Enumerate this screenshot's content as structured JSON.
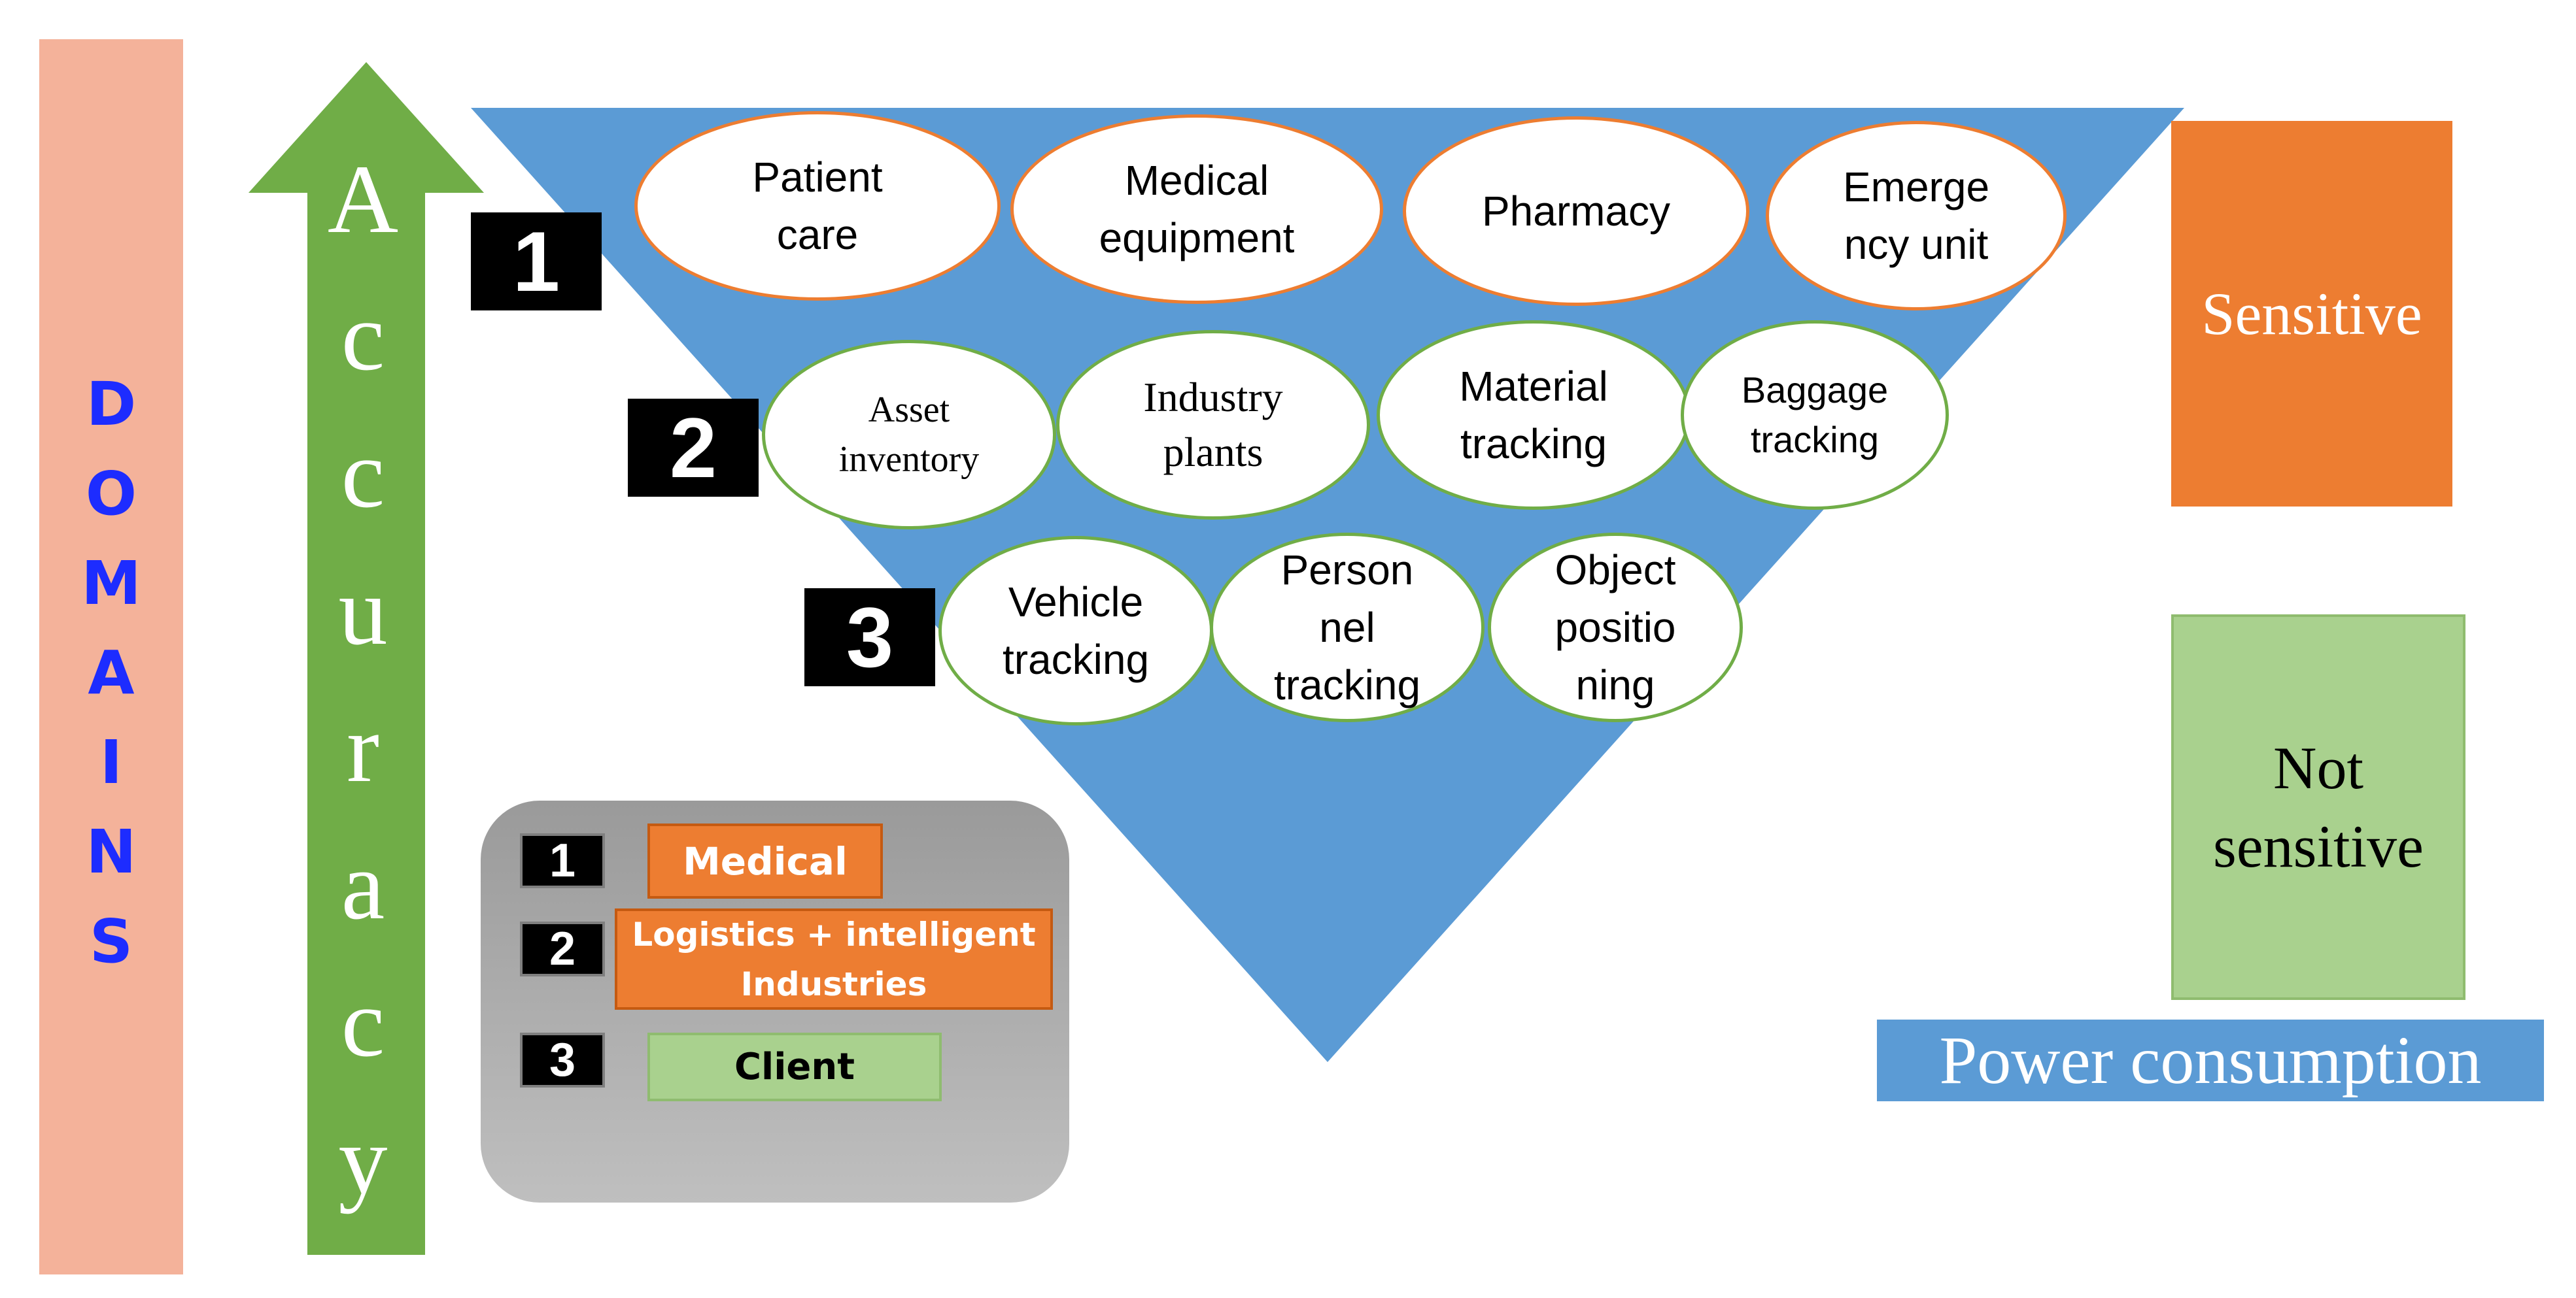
{
  "domains_label": [
    "D",
    "O",
    "M",
    "A",
    "I",
    "N",
    "S"
  ],
  "accuracy_label": [
    "A",
    "c",
    "c",
    "u",
    "r",
    "a",
    "c",
    "y"
  ],
  "levels": [
    {
      "number": "1",
      "items": [
        "Patient\ncare",
        "Medical\nequipment",
        "Pharmacy",
        "Emerge\nncy unit"
      ]
    },
    {
      "number": "2",
      "items": [
        "Asset\ninventory",
        "Industry\nplants",
        "Material\ntracking",
        "Baggage\ntracking"
      ]
    },
    {
      "number": "3",
      "items": [
        "Vehicle\ntracking",
        "Person\nnel\ntracking",
        "Object\npositio\nning"
      ]
    }
  ],
  "legend": [
    {
      "number": "1",
      "label": "Medical"
    },
    {
      "number": "2",
      "label": "Logistics + intelligent\nIndustries"
    },
    {
      "number": "3",
      "label": "Client"
    }
  ],
  "sensitive_label": "Sensitive",
  "not_sensitive_label": "Not\nsensitive",
  "power_label": "Power consumption",
  "colors": {
    "funnel": "#5b9bd5",
    "orange": "#ed7d31",
    "green": "#70ad47",
    "light_green": "#a9d18e",
    "domains": "#f4b29a",
    "domains_text": "#1d2cff"
  }
}
